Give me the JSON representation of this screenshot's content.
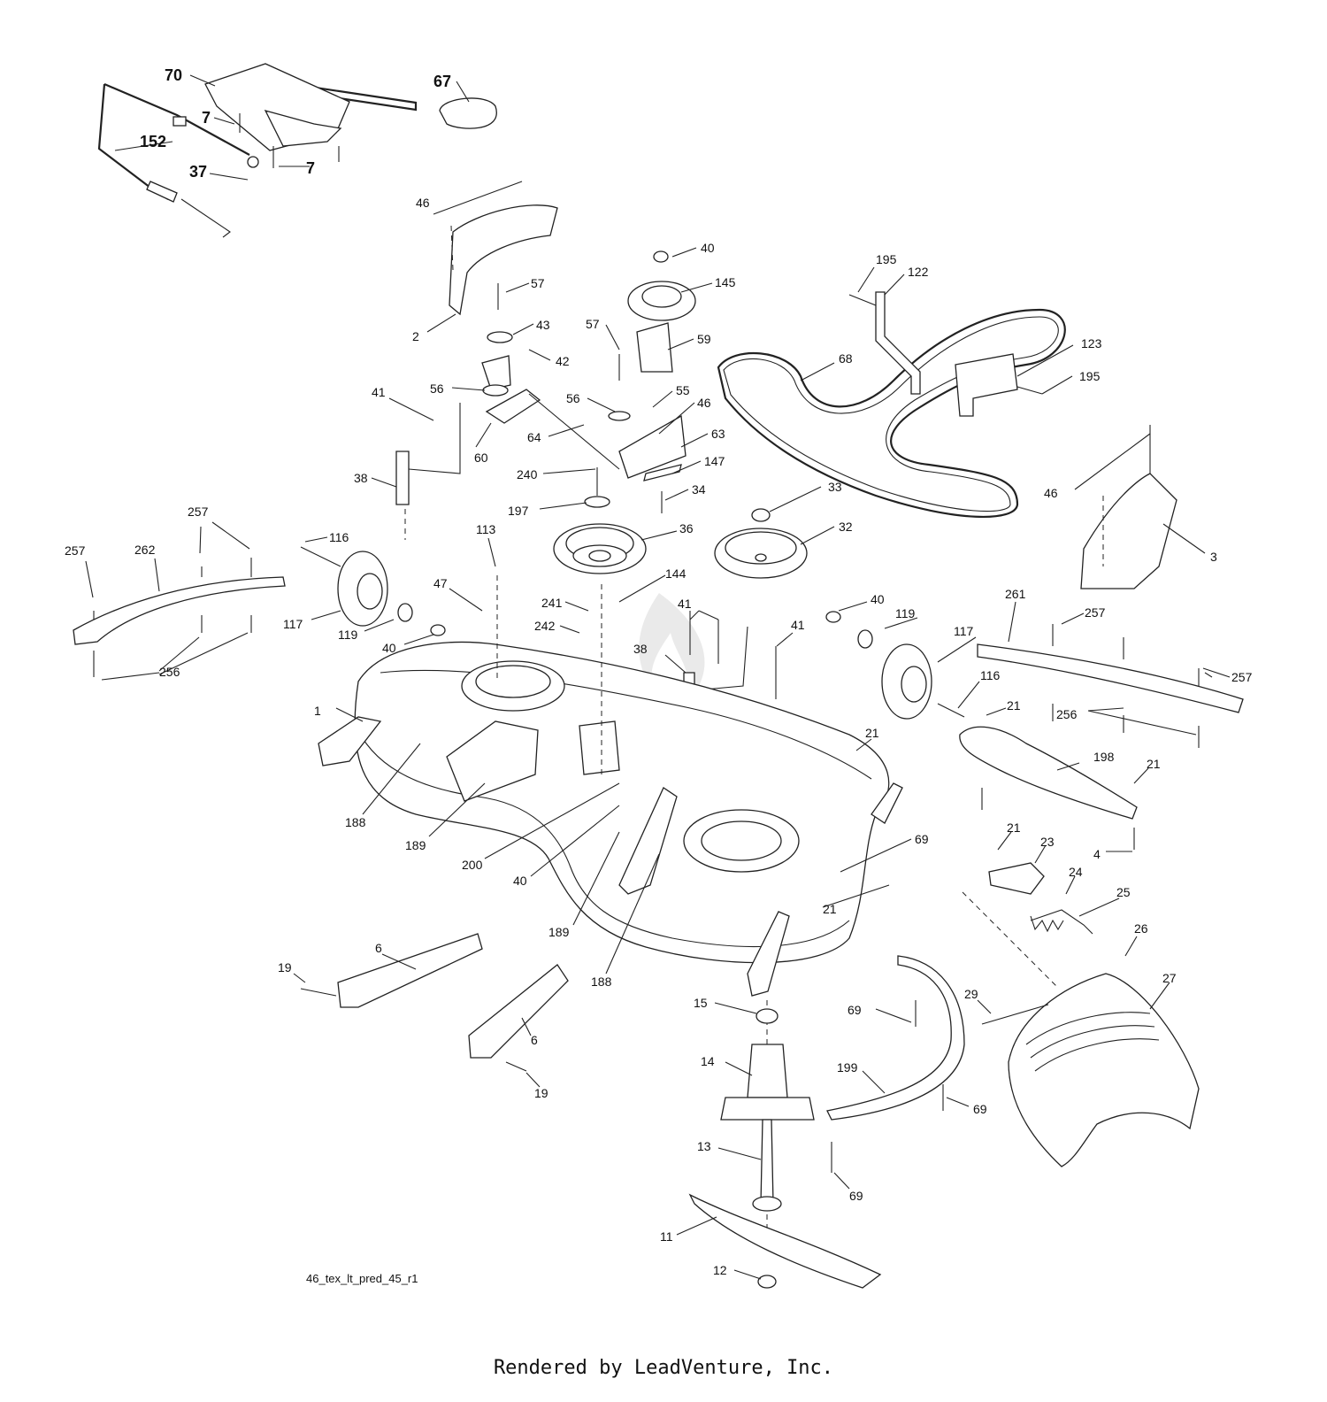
{
  "diagram": {
    "code": "46_tex_lt_pred_45_r1",
    "footer": "Rendered by LeadVenture, Inc.",
    "watermark_icon": "leadventure-flame-icon",
    "labels": {
      "p70": "70",
      "p67": "67",
      "p7a": "7",
      "p152": "152",
      "p7b": "7",
      "p37": "37",
      "p46a": "46",
      "p2": "2",
      "p57a": "57",
      "p43": "43",
      "p42": "42",
      "p56a": "56",
      "p60": "60",
      "p41a": "41",
      "p38a": "38",
      "p64": "64",
      "p40a": "40",
      "p145": "145",
      "p57b": "57",
      "p59": "59",
      "p56b": "56",
      "p55": "55",
      "p46b": "46",
      "p63": "63",
      "p240": "240",
      "p147": "147",
      "p34": "34",
      "p197": "197",
      "p36": "36",
      "p33": "33",
      "p32": "32",
      "p195a": "195",
      "p122": "122",
      "p68": "68",
      "p123": "123",
      "p195b": "195",
      "p46c": "46",
      "p3": "3",
      "p257a": "257",
      "p257b": "257",
      "p262": "262",
      "p116a": "116",
      "p113": "113",
      "p47": "47",
      "p144": "144",
      "p241": "241",
      "p242": "242",
      "p117a": "117",
      "p119a": "119",
      "p40b": "40",
      "p256a": "256",
      "p41b": "41",
      "p38b": "38",
      "p41c": "41",
      "p40c": "40",
      "p119b": "119",
      "p117b": "117",
      "p116b": "116",
      "p261": "261",
      "p257c": "257",
      "p257d": "257",
      "p256b": "256",
      "p1": "1",
      "p21a": "21",
      "p21b": "21",
      "p198": "198",
      "p21c": "21",
      "p188a": "188",
      "p189a": "189",
      "p200": "200",
      "p40d": "40",
      "p69a": "69",
      "p4": "4",
      "p21d": "21",
      "p23": "23",
      "p24": "24",
      "p25": "25",
      "p21e": "21",
      "p189b": "189",
      "p188b": "188",
      "p26": "26",
      "p27": "27",
      "p19a": "19",
      "p6a": "6",
      "p6b": "6",
      "p19b": "19",
      "p15": "15",
      "p69b": "69",
      "p29": "29",
      "p14": "14",
      "p199": "199",
      "p69c": "69",
      "p13": "13",
      "p69d": "69",
      "p11": "11",
      "p12": "12"
    }
  }
}
